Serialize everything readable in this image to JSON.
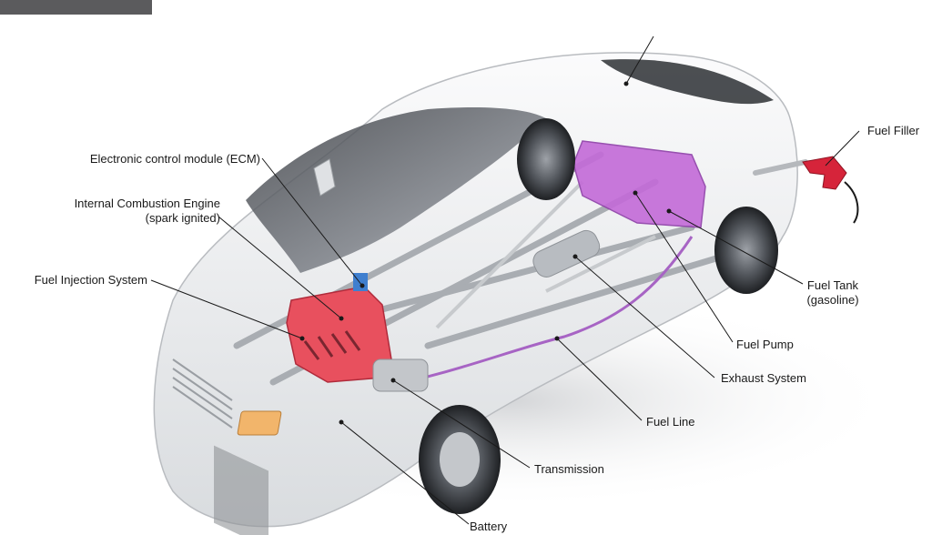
{
  "labels": {
    "ecm": "Electronic control module (ECM)",
    "ice_line1": "Internal Combustion Engine",
    "ice_line2": "(spark ignited)",
    "fuel_injection": "Fuel Injection System",
    "fuel_filler": "Fuel Filler",
    "fuel_tank_line1": "Fuel Tank",
    "fuel_tank_line2": "(gasoline)",
    "fuel_pump": "Fuel Pump",
    "exhaust": "Exhaust System",
    "fuel_line": "Fuel Line",
    "transmission": "Transmission",
    "battery": "Battery"
  },
  "colors": {
    "engine": "#e8505e",
    "fuel_tank": "#c36ad8",
    "ecm": "#3f7fcf",
    "battery": "#f2b56b",
    "nozzle": "#d6243a",
    "body": "#eef0f2",
    "leader": "#1a1a1a"
  }
}
